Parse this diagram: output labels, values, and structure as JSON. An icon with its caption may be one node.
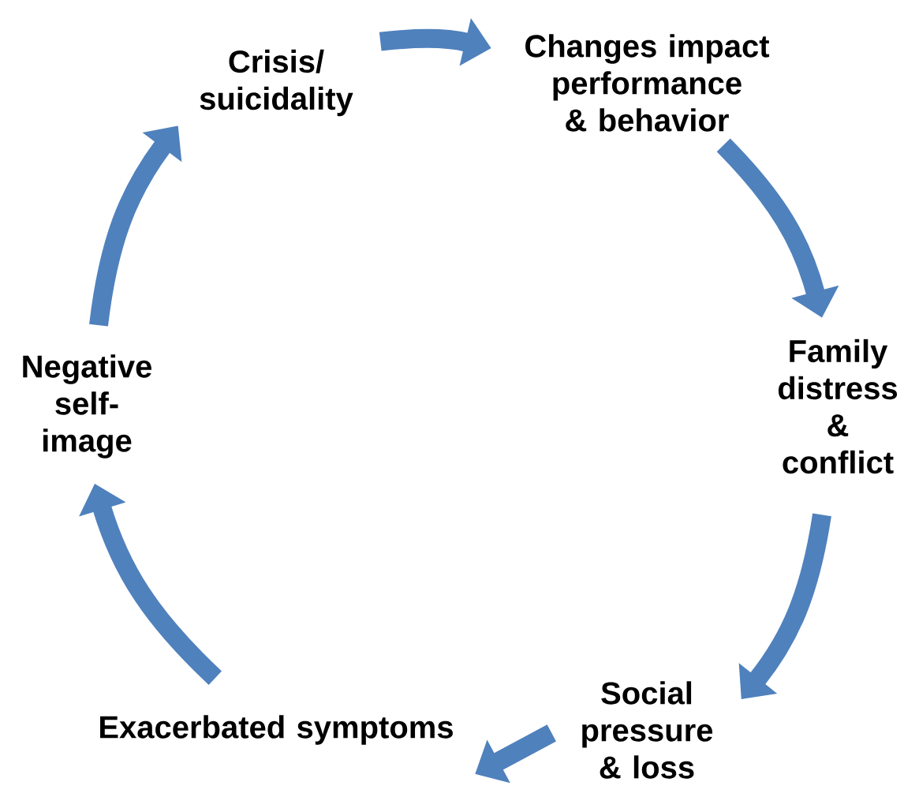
{
  "diagram": {
    "nodes": [
      {
        "text": [
          "Crisis/ suicidality"
        ]
      },
      {
        "text": [
          "Changes impact performance & behavior"
        ]
      },
      {
        "text": [
          "Family distress & conflict"
        ]
      },
      {
        "text": [
          "Social pressure & loss"
        ]
      },
      {
        "text": [
          "Exacerbated symptoms"
        ]
      },
      {
        "text": [
          "Negative self-image"
        ]
      }
    ],
    "edges": [
      {
        "from": 0,
        "to": 1,
        "arrow": "to"
      },
      {
        "from": 1,
        "to": 2,
        "arrow": "to"
      },
      {
        "from": 2,
        "to": 3,
        "arrow": "to"
      },
      {
        "from": 3,
        "to": 4,
        "arrow": "to"
      },
      {
        "from": 4,
        "to": 5,
        "arrow": "to"
      },
      {
        "from": 5,
        "to": 0,
        "arrow": "to"
      }
    ]
  }
}
